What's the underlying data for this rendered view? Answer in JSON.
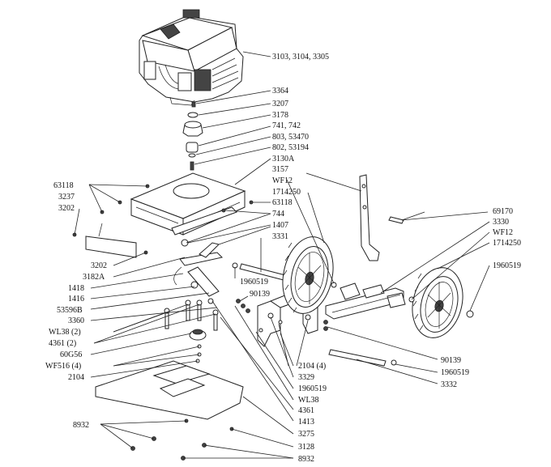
{
  "labels": {
    "engine": "3103, 3104, 3305",
    "l3364": "3364",
    "l3207": "3207",
    "l3178": "3178",
    "l741": "741, 742",
    "l803": "803, 53470",
    "l802": "802, 53194",
    "l3130A": "3130A",
    "l3157": "3157",
    "wf12_a": "WF12",
    "l1714250_a": "1714250",
    "l63118_r": "63118",
    "l744": "744",
    "l1407": "1407",
    "l3331": "3331",
    "l1960519_a": "1960519",
    "l90139_a": "90139",
    "l63118_l": "63118",
    "l3237": "3237",
    "l3202_a": "3202",
    "l3202_b": "3202",
    "l3182A": "3182A",
    "l1418": "1418",
    "l1416": "1416",
    "l53596B": "53596B",
    "l3360": "3360",
    "wl38_2": "WL38 (2)",
    "l4361_2": "4361 (2)",
    "l60G56": "60G56",
    "wf516": "WF516 (4)",
    "l2104_l": "2104",
    "l69170": "69170",
    "l3330": "3330",
    "wf12_b": "WF12",
    "l1714250_b": "1714250",
    "l1960519_r": "1960519",
    "l2104_4": "2104 (4)",
    "l3329": "3329",
    "l1960519_b": "1960519",
    "wl38": "WL38",
    "l4361": "4361",
    "l1413": "1413",
    "l3275": "3275",
    "l3128": "3128",
    "l8932_b": "8932",
    "l90139_b": "90139",
    "l1960519_c": "1960519",
    "l3332": "3332",
    "l8932_l": "8932"
  }
}
